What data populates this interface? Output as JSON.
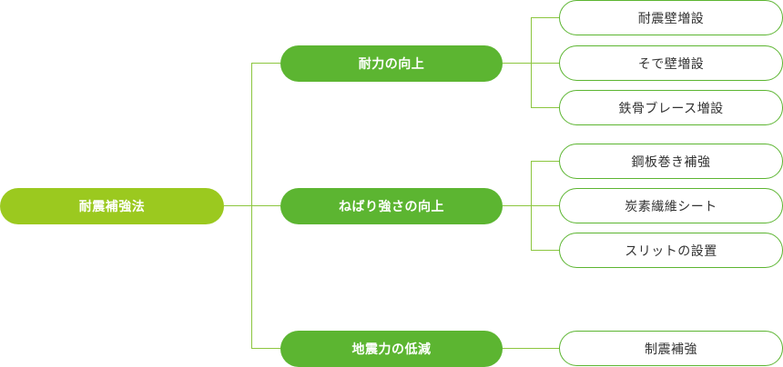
{
  "diagram": {
    "root": {
      "label": "耐震補強法"
    },
    "branches": [
      {
        "label": "耐力の向上",
        "leaves": [
          {
            "label": "耐震壁増設"
          },
          {
            "label": "そで壁増設"
          },
          {
            "label": "鉄骨ブレース増設"
          }
        ]
      },
      {
        "label": "ねばり強さの向上",
        "leaves": [
          {
            "label": "鋼板巻き補強"
          },
          {
            "label": "炭素繊維シート"
          },
          {
            "label": "スリットの設置"
          }
        ]
      },
      {
        "label": "地震力の低減",
        "leaves": [
          {
            "label": "制震補強"
          }
        ]
      }
    ]
  },
  "colors": {
    "root_fill": "#9bc91f",
    "branch_fill": "#5cb531",
    "leaf_border": "#5cb531",
    "connector": "#8cc63f",
    "root_text": "#ffffff",
    "leaf_text": "#333333"
  }
}
